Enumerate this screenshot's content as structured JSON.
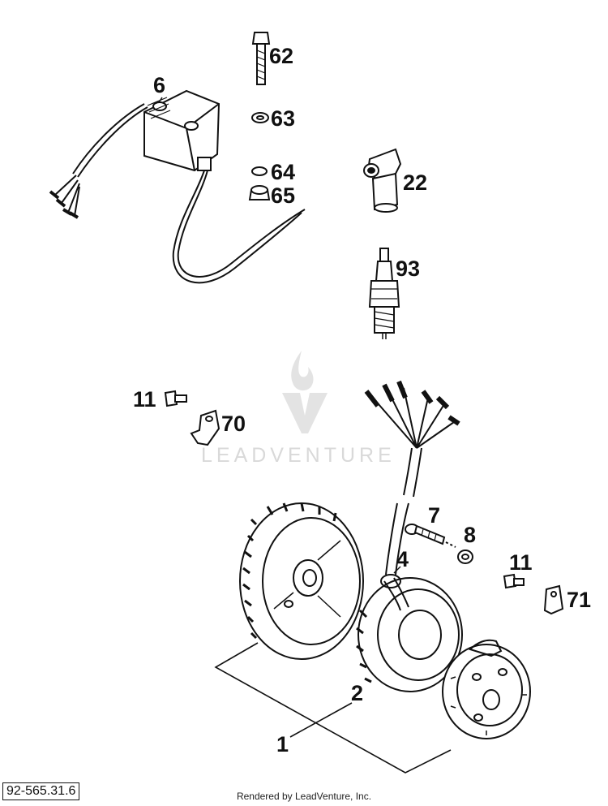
{
  "callouts": {
    "c1": "1",
    "c2": "2",
    "c4": "4",
    "c6": "6",
    "c7": "7",
    "c8": "8",
    "c11a": "11",
    "c11b": "11",
    "c22": "22",
    "c62": "62",
    "c63": "63",
    "c64": "64",
    "c65": "65",
    "c70": "70",
    "c71": "71",
    "c93": "93"
  },
  "watermark": {
    "text": "LEADVENTURE"
  },
  "diagram_id": "92-565.31.6",
  "footer": "Rendered by LeadVenture, Inc."
}
